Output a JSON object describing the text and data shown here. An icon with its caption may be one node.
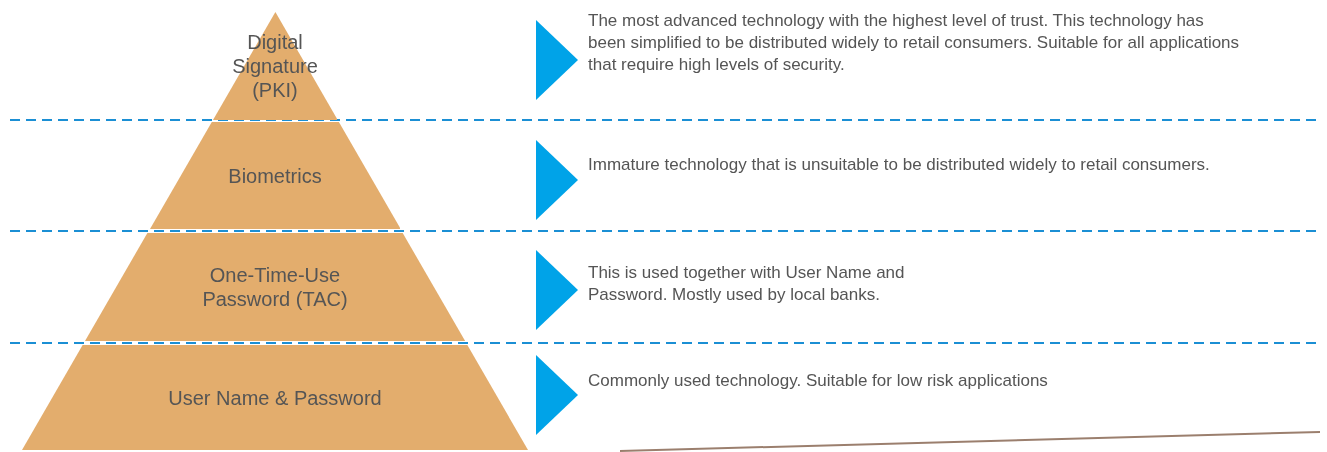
{
  "diagram": {
    "nodes": [
      {
        "text": [
          "Digital Signature (PKI)"
        ]
      },
      {
        "text": [
          "Biometrics"
        ]
      },
      {
        "text": [
          "One-Time-Use Password (TAC)"
        ]
      },
      {
        "text": [
          "User Name & Password"
        ]
      }
    ],
    "labels": [
      "The most advanced technology with the highest level of trust. This technology has been simplified to be distributed widely to retail consumers. Suitable for all applications that require high levels of security.",
      "Immature technology that is unsuitable to be distributed widely to retail consumers.",
      "This is used together with User Name and Password. Mostly used by local banks.",
      "Commonly used technology. Suitable for low risk applications"
    ]
  }
}
